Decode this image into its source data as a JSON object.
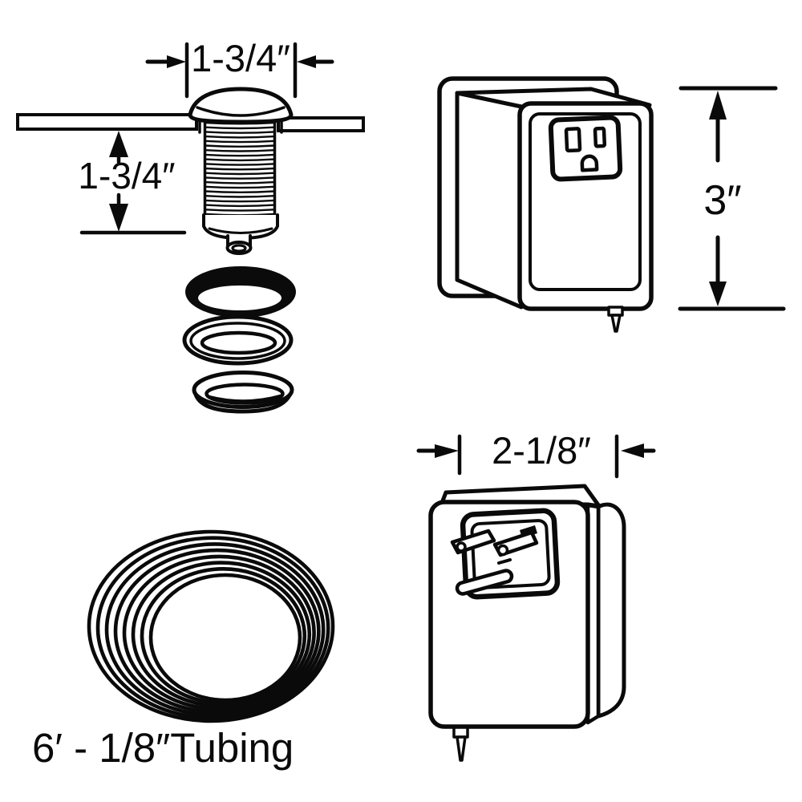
{
  "page": {
    "background": "#ffffff",
    "line_color": "#0a0a0a"
  },
  "labels": {
    "button_width": "1-3/4″",
    "button_depth": "1-3/4″",
    "box_height": "3″",
    "adapter_width": "2-1/8″",
    "tubing": "6′ - 1/8″Tubing"
  }
}
